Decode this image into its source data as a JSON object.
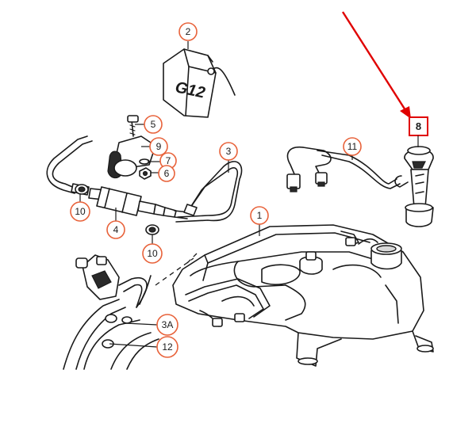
{
  "label_plate": {
    "text": "G12"
  },
  "callouts": {
    "c1": "1",
    "c2": "2",
    "c3": "3",
    "c3a": "3A",
    "c4": "4",
    "c5": "5",
    "c6": "6",
    "c7": "7",
    "c8": "8",
    "c9": "9",
    "c10a": "10",
    "c10b": "10",
    "c11": "11",
    "c12": "12"
  },
  "highlight": {
    "color": "#e00000",
    "target": "8"
  },
  "callout_color": "#e8623a"
}
